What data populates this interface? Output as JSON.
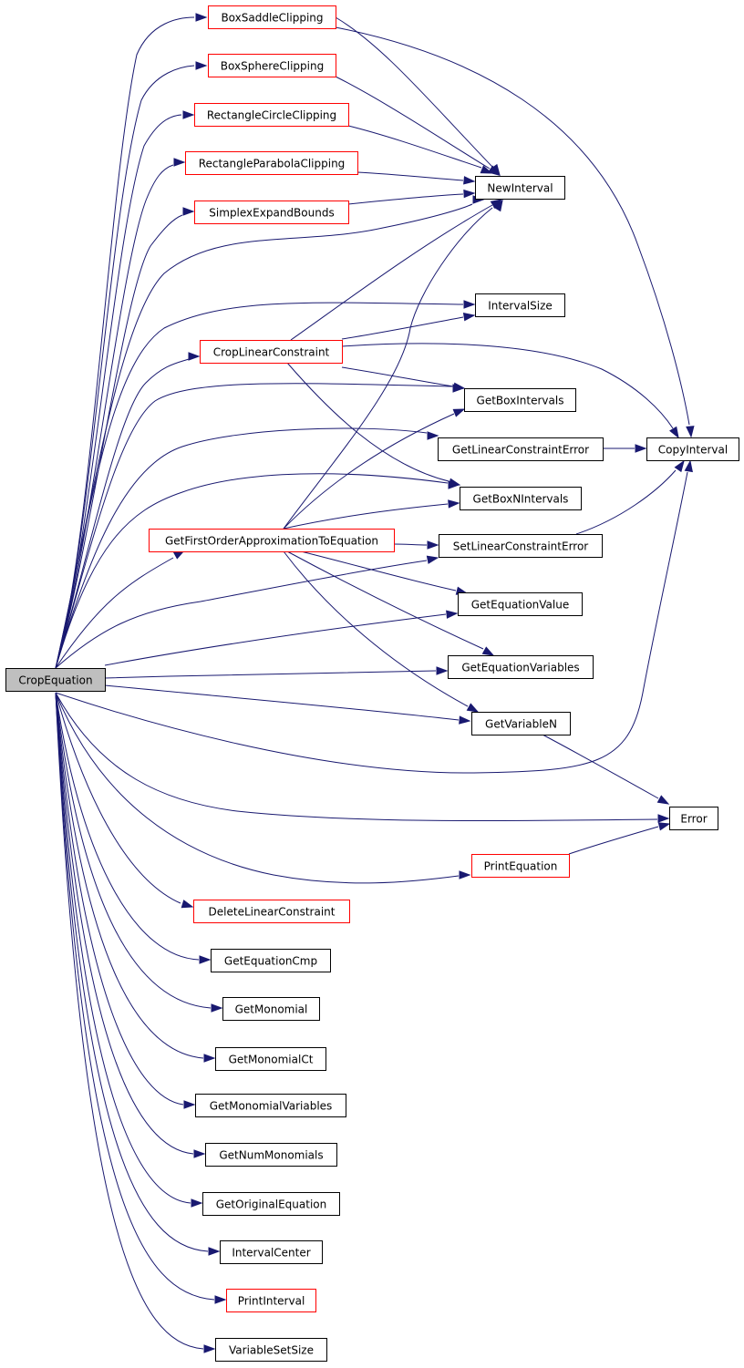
{
  "colors": {
    "edge": "#191970",
    "root_fill": "#bfbfbf",
    "border_normal": "#000000",
    "border_incomplete": "#ff0000"
  },
  "nodes": {
    "CropEquation": {
      "label": "CropEquation",
      "kind": "root"
    },
    "BoxSaddleClipping": {
      "label": "BoxSaddleClipping",
      "kind": "incomplete"
    },
    "BoxSphereClipping": {
      "label": "BoxSphereClipping",
      "kind": "incomplete"
    },
    "RectangleCircleClipping": {
      "label": "RectangleCircleClipping",
      "kind": "incomplete"
    },
    "RectangleParabolaClipping": {
      "label": "RectangleParabolaClipping",
      "kind": "incomplete"
    },
    "SimplexExpandBounds": {
      "label": "SimplexExpandBounds",
      "kind": "incomplete"
    },
    "NewInterval": {
      "label": "NewInterval",
      "kind": "normal"
    },
    "IntervalSize": {
      "label": "IntervalSize",
      "kind": "normal"
    },
    "CropLinearConstraint": {
      "label": "CropLinearConstraint",
      "kind": "incomplete"
    },
    "GetBoxIntervals": {
      "label": "GetBoxIntervals",
      "kind": "normal"
    },
    "GetLinearConstraintError": {
      "label": "GetLinearConstraintError",
      "kind": "normal"
    },
    "CopyInterval": {
      "label": "CopyInterval",
      "kind": "normal"
    },
    "GetBoxNIntervals": {
      "label": "GetBoxNIntervals",
      "kind": "normal"
    },
    "GetFirstOrderApproximationToEquation": {
      "label": "GetFirstOrderApproximationToEquation",
      "kind": "incomplete"
    },
    "SetLinearConstraintError": {
      "label": "SetLinearConstraintError",
      "kind": "normal"
    },
    "GetEquationValue": {
      "label": "GetEquationValue",
      "kind": "normal"
    },
    "GetEquationVariables": {
      "label": "GetEquationVariables",
      "kind": "normal"
    },
    "GetVariableN": {
      "label": "GetVariableN",
      "kind": "normal"
    },
    "Error": {
      "label": "Error",
      "kind": "normal"
    },
    "PrintEquation": {
      "label": "PrintEquation",
      "kind": "incomplete"
    },
    "DeleteLinearConstraint": {
      "label": "DeleteLinearConstraint",
      "kind": "incomplete"
    },
    "GetEquationCmp": {
      "label": "GetEquationCmp",
      "kind": "normal"
    },
    "GetMonomial": {
      "label": "GetMonomial",
      "kind": "normal"
    },
    "GetMonomialCt": {
      "label": "GetMonomialCt",
      "kind": "normal"
    },
    "GetMonomialVariables": {
      "label": "GetMonomialVariables",
      "kind": "normal"
    },
    "GetNumMonomials": {
      "label": "GetNumMonomials",
      "kind": "normal"
    },
    "GetOriginalEquation": {
      "label": "GetOriginalEquation",
      "kind": "normal"
    },
    "IntervalCenter": {
      "label": "IntervalCenter",
      "kind": "normal"
    },
    "PrintInterval": {
      "label": "PrintInterval",
      "kind": "incomplete"
    },
    "VariableSetSize": {
      "label": "VariableSetSize",
      "kind": "normal"
    }
  },
  "edges": [
    {
      "from": "CropEquation",
      "to": "BoxSaddleClipping"
    },
    {
      "from": "CropEquation",
      "to": "BoxSphereClipping"
    },
    {
      "from": "CropEquation",
      "to": "RectangleCircleClipping"
    },
    {
      "from": "CropEquation",
      "to": "RectangleParabolaClipping"
    },
    {
      "from": "CropEquation",
      "to": "SimplexExpandBounds"
    },
    {
      "from": "CropEquation",
      "to": "NewInterval"
    },
    {
      "from": "CropEquation",
      "to": "IntervalSize"
    },
    {
      "from": "CropEquation",
      "to": "CropLinearConstraint"
    },
    {
      "from": "CropEquation",
      "to": "GetBoxIntervals"
    },
    {
      "from": "CropEquation",
      "to": "GetLinearConstraintError"
    },
    {
      "from": "CropEquation",
      "to": "GetBoxNIntervals"
    },
    {
      "from": "CropEquation",
      "to": "GetFirstOrderApproximationToEquation"
    },
    {
      "from": "CropEquation",
      "to": "SetLinearConstraintError"
    },
    {
      "from": "CropEquation",
      "to": "GetEquationValue"
    },
    {
      "from": "CropEquation",
      "to": "GetEquationVariables"
    },
    {
      "from": "CropEquation",
      "to": "GetVariableN"
    },
    {
      "from": "CropEquation",
      "to": "CopyInterval"
    },
    {
      "from": "CropEquation",
      "to": "Error"
    },
    {
      "from": "CropEquation",
      "to": "PrintEquation"
    },
    {
      "from": "CropEquation",
      "to": "DeleteLinearConstraint"
    },
    {
      "from": "CropEquation",
      "to": "GetEquationCmp"
    },
    {
      "from": "CropEquation",
      "to": "GetMonomial"
    },
    {
      "from": "CropEquation",
      "to": "GetMonomialCt"
    },
    {
      "from": "CropEquation",
      "to": "GetMonomialVariables"
    },
    {
      "from": "CropEquation",
      "to": "GetNumMonomials"
    },
    {
      "from": "CropEquation",
      "to": "GetOriginalEquation"
    },
    {
      "from": "CropEquation",
      "to": "IntervalCenter"
    },
    {
      "from": "CropEquation",
      "to": "PrintInterval"
    },
    {
      "from": "CropEquation",
      "to": "VariableSetSize"
    },
    {
      "from": "BoxSaddleClipping",
      "to": "NewInterval"
    },
    {
      "from": "BoxSaddleClipping",
      "to": "CopyInterval"
    },
    {
      "from": "BoxSphereClipping",
      "to": "NewInterval"
    },
    {
      "from": "RectangleCircleClipping",
      "to": "NewInterval"
    },
    {
      "from": "RectangleParabolaClipping",
      "to": "NewInterval"
    },
    {
      "from": "SimplexExpandBounds",
      "to": "NewInterval"
    },
    {
      "from": "CropLinearConstraint",
      "to": "NewInterval"
    },
    {
      "from": "CropLinearConstraint",
      "to": "IntervalSize"
    },
    {
      "from": "CropLinearConstraint",
      "to": "CopyInterval"
    },
    {
      "from": "CropLinearConstraint",
      "to": "GetBoxIntervals"
    },
    {
      "from": "CropLinearConstraint",
      "to": "GetBoxNIntervals"
    },
    {
      "from": "GetLinearConstraintError",
      "to": "CopyInterval"
    },
    {
      "from": "SetLinearConstraintError",
      "to": "CopyInterval"
    },
    {
      "from": "GetFirstOrderApproximationToEquation",
      "to": "NewInterval"
    },
    {
      "from": "GetFirstOrderApproximationToEquation",
      "to": "GetBoxIntervals"
    },
    {
      "from": "GetFirstOrderApproximationToEquation",
      "to": "GetBoxNIntervals"
    },
    {
      "from": "GetFirstOrderApproximationToEquation",
      "to": "SetLinearConstraintError"
    },
    {
      "from": "GetFirstOrderApproximationToEquation",
      "to": "GetEquationValue"
    },
    {
      "from": "GetFirstOrderApproximationToEquation",
      "to": "GetEquationVariables"
    },
    {
      "from": "GetFirstOrderApproximationToEquation",
      "to": "GetVariableN"
    },
    {
      "from": "GetVariableN",
      "to": "Error"
    },
    {
      "from": "PrintEquation",
      "to": "Error"
    }
  ]
}
